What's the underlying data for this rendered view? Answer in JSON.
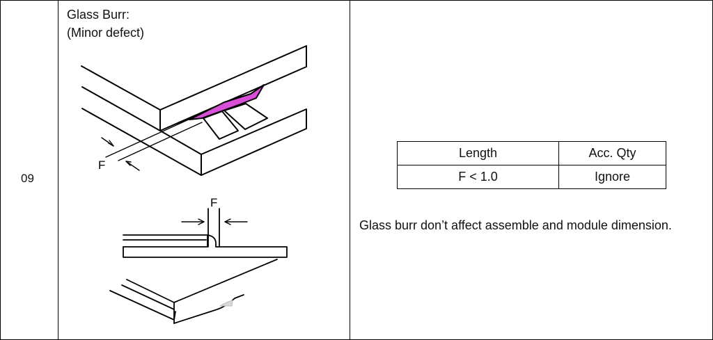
{
  "row": {
    "item_no": "09",
    "title_line1": "Glass Burr:",
    "title_line2": "(Minor defect)",
    "dimension_label_top": "F",
    "dimension_label_side": "F",
    "defect_highlight_color": "#d84fd8"
  },
  "spec_table": {
    "headers": [
      "Length",
      "Acc. Qty"
    ],
    "rows": [
      [
        "F < 1.0",
        "Ignore"
      ]
    ]
  },
  "note": "Glass burr don’t affect assemble and module dimension."
}
